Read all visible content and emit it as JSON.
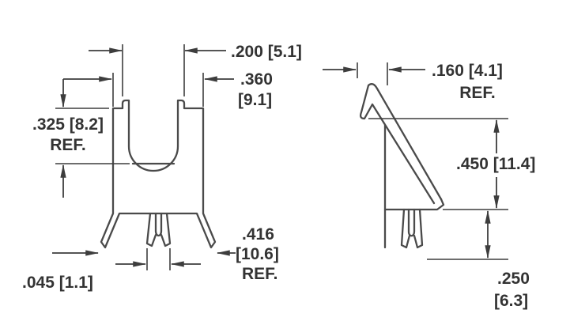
{
  "drawing": {
    "type": "technical-dimension-drawing",
    "views": [
      "front",
      "side"
    ],
    "colors": {
      "line": "#4a4a4a",
      "text": "#333333",
      "background": "#ffffff"
    },
    "front_view": {
      "dim_width_top": ".200 [5.1]",
      "dim_body_width_l1": ".360",
      "dim_body_width_l2": "[9.1]",
      "dim_height_l1": ".325 [8.2]",
      "dim_height_l2": "REF.",
      "dim_pin_width": ".045 [1.1]",
      "dim_overall_l1": ".416",
      "dim_overall_l2": "[10.6]",
      "dim_overall_l3": "REF."
    },
    "side_view": {
      "dim_top_l1": ".160 [4.1]",
      "dim_top_l2": "REF.",
      "dim_height": ".450 [11.4]",
      "dim_bottom_l1": ".250",
      "dim_bottom_l2": "[6.3]"
    }
  }
}
